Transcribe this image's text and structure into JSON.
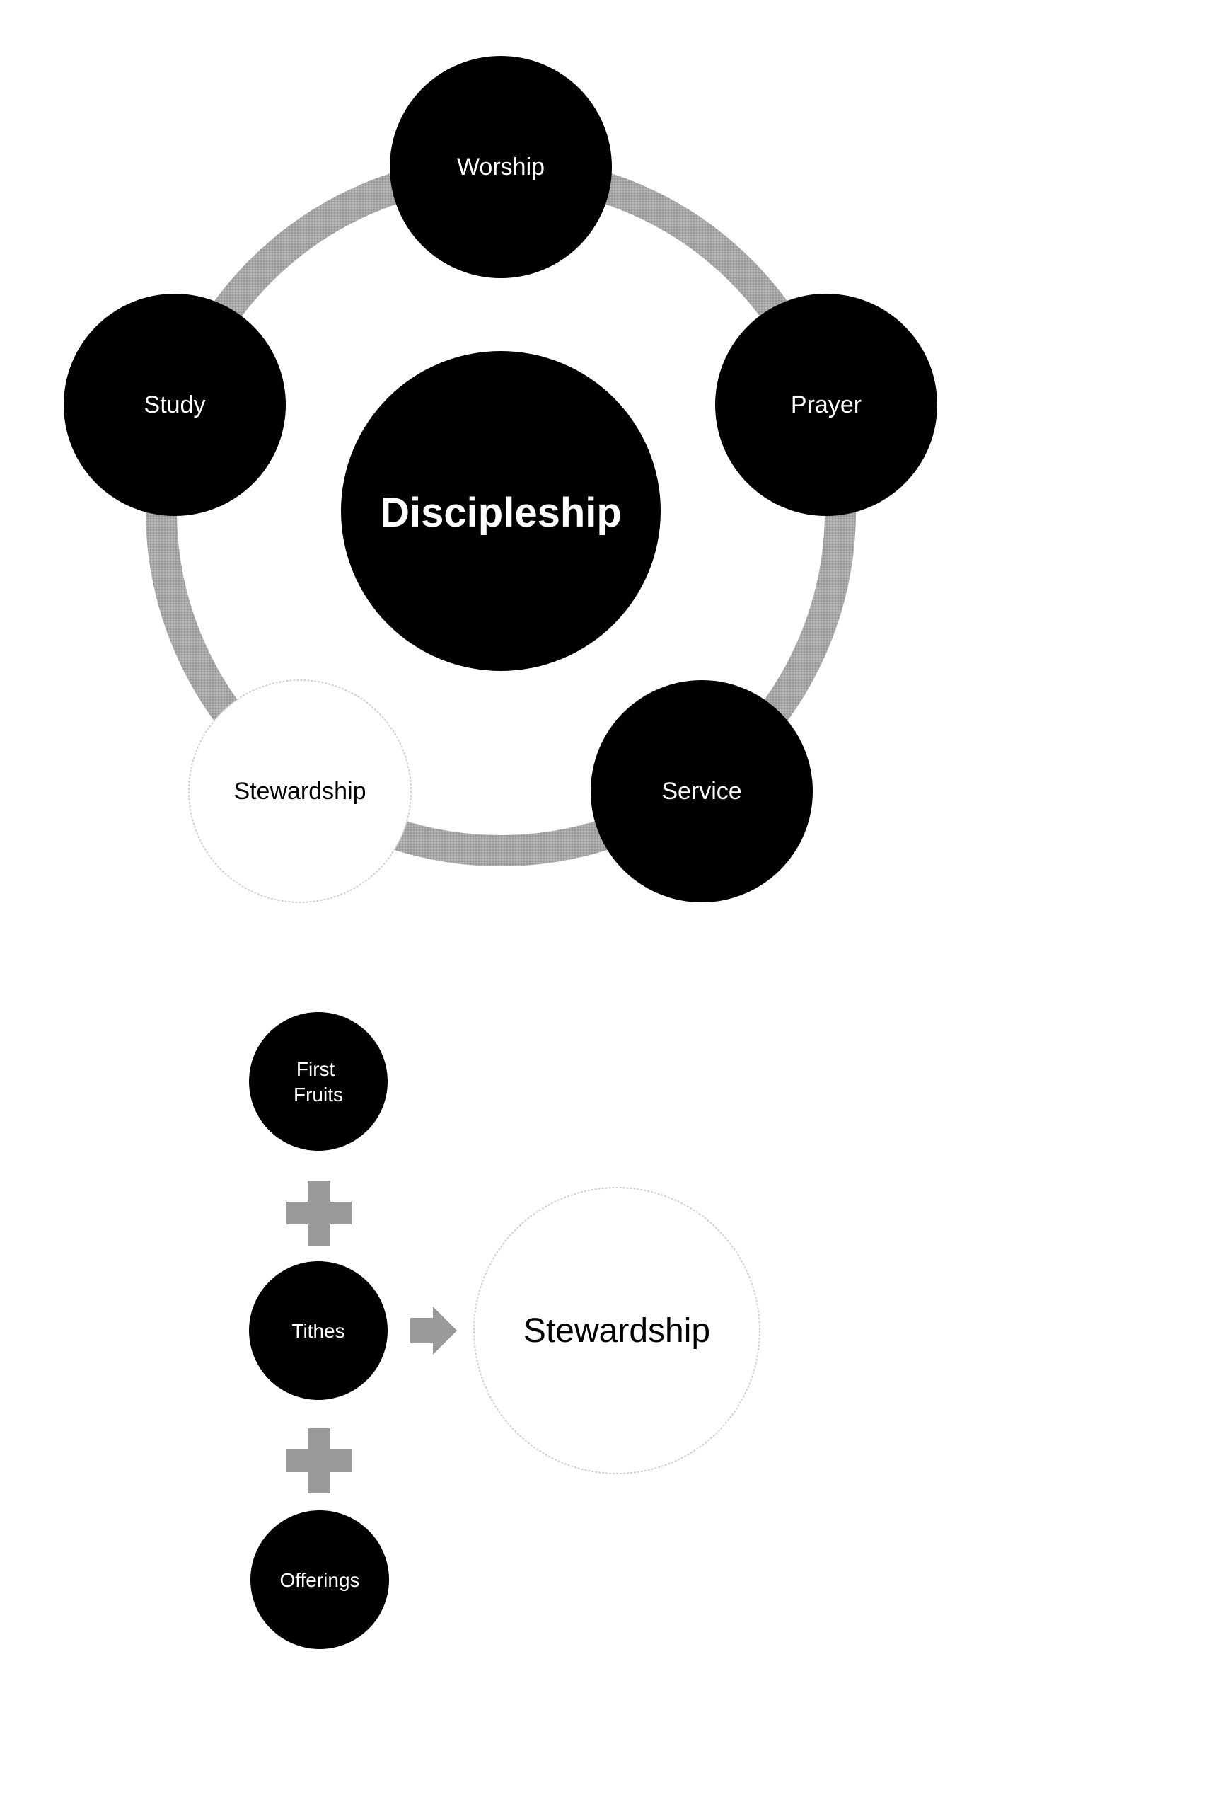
{
  "cycle": {
    "center_label": "Discipleship",
    "nodes": [
      {
        "label": "Worship",
        "style": "dark"
      },
      {
        "label": "Prayer",
        "style": "dark"
      },
      {
        "label": "Service",
        "style": "dark"
      },
      {
        "label": "Stewardship",
        "style": "light"
      },
      {
        "label": "Study",
        "style": "dark"
      }
    ]
  },
  "equation": {
    "terms": [
      {
        "lines": [
          "First",
          "Fruits"
        ]
      },
      {
        "lines": [
          "Tithes"
        ]
      },
      {
        "lines": [
          "Offerings"
        ]
      }
    ],
    "result_label": "Stewardship"
  },
  "colors": {
    "dark_fill": "#000000",
    "dark_text": "#ffffff",
    "light_text": "#000000",
    "ring": "#a9a9a9",
    "light_outline": "#d0d0d0",
    "operator": "#9a9a9a"
  }
}
